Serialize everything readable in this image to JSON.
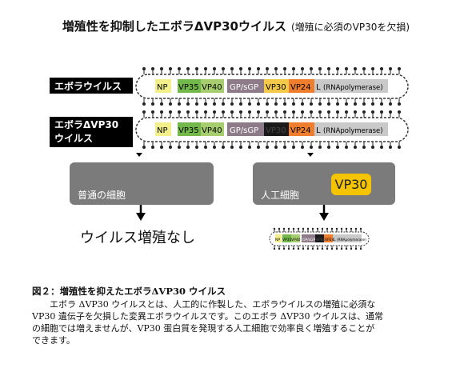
{
  "title": {
    "main": "増殖性を抑制したエボラΔVP30ウイルス",
    "sub": "(増殖に必須のVP30を欠損)"
  },
  "virus_labels": {
    "ebola": "エボラウイルス",
    "delta_line1": "エボラΔVP30",
    "delta_line2": "ウイルス"
  },
  "genes": {
    "np": "NP",
    "vp35": "VP35",
    "vp40": "VP40",
    "gp": "GP/sGP",
    "vp30": "VP30",
    "vp24": "VP24",
    "l": "L",
    "l_note": "(RNApolymerase)"
  },
  "cells": {
    "normal": "普通の細胞",
    "artificial": "人工細胞",
    "badge": "VP30"
  },
  "result_text": "ウイルス増殖なし",
  "caption": {
    "title": "図２：増殖性を抑えたエボラΔVP30 ウイルス",
    "line1": "エボラ ΔVP30 ウイルスとは、人工的に作製した、エボラウイルスの増殖に必須な",
    "line2": "VP30 遺伝子を欠損した変異エボラウイルスです。このエボラ ΔVP30 ウイルスは、通常",
    "line3": "の細胞では増えませんが、VP30 蛋白質を発現する人工細胞で効率良く増殖することが",
    "line4": "できます。"
  },
  "colors": {
    "np": "#f3f08c",
    "vp35": "#72b84a",
    "vp40": "#a6ce6f",
    "gp": "#8e7b8a",
    "vp30": "#f3c94a",
    "vp24": "#ee7d2d",
    "l": "#c9c9c9",
    "cell": "#7b7b7b",
    "badge": "#f5c400"
  }
}
